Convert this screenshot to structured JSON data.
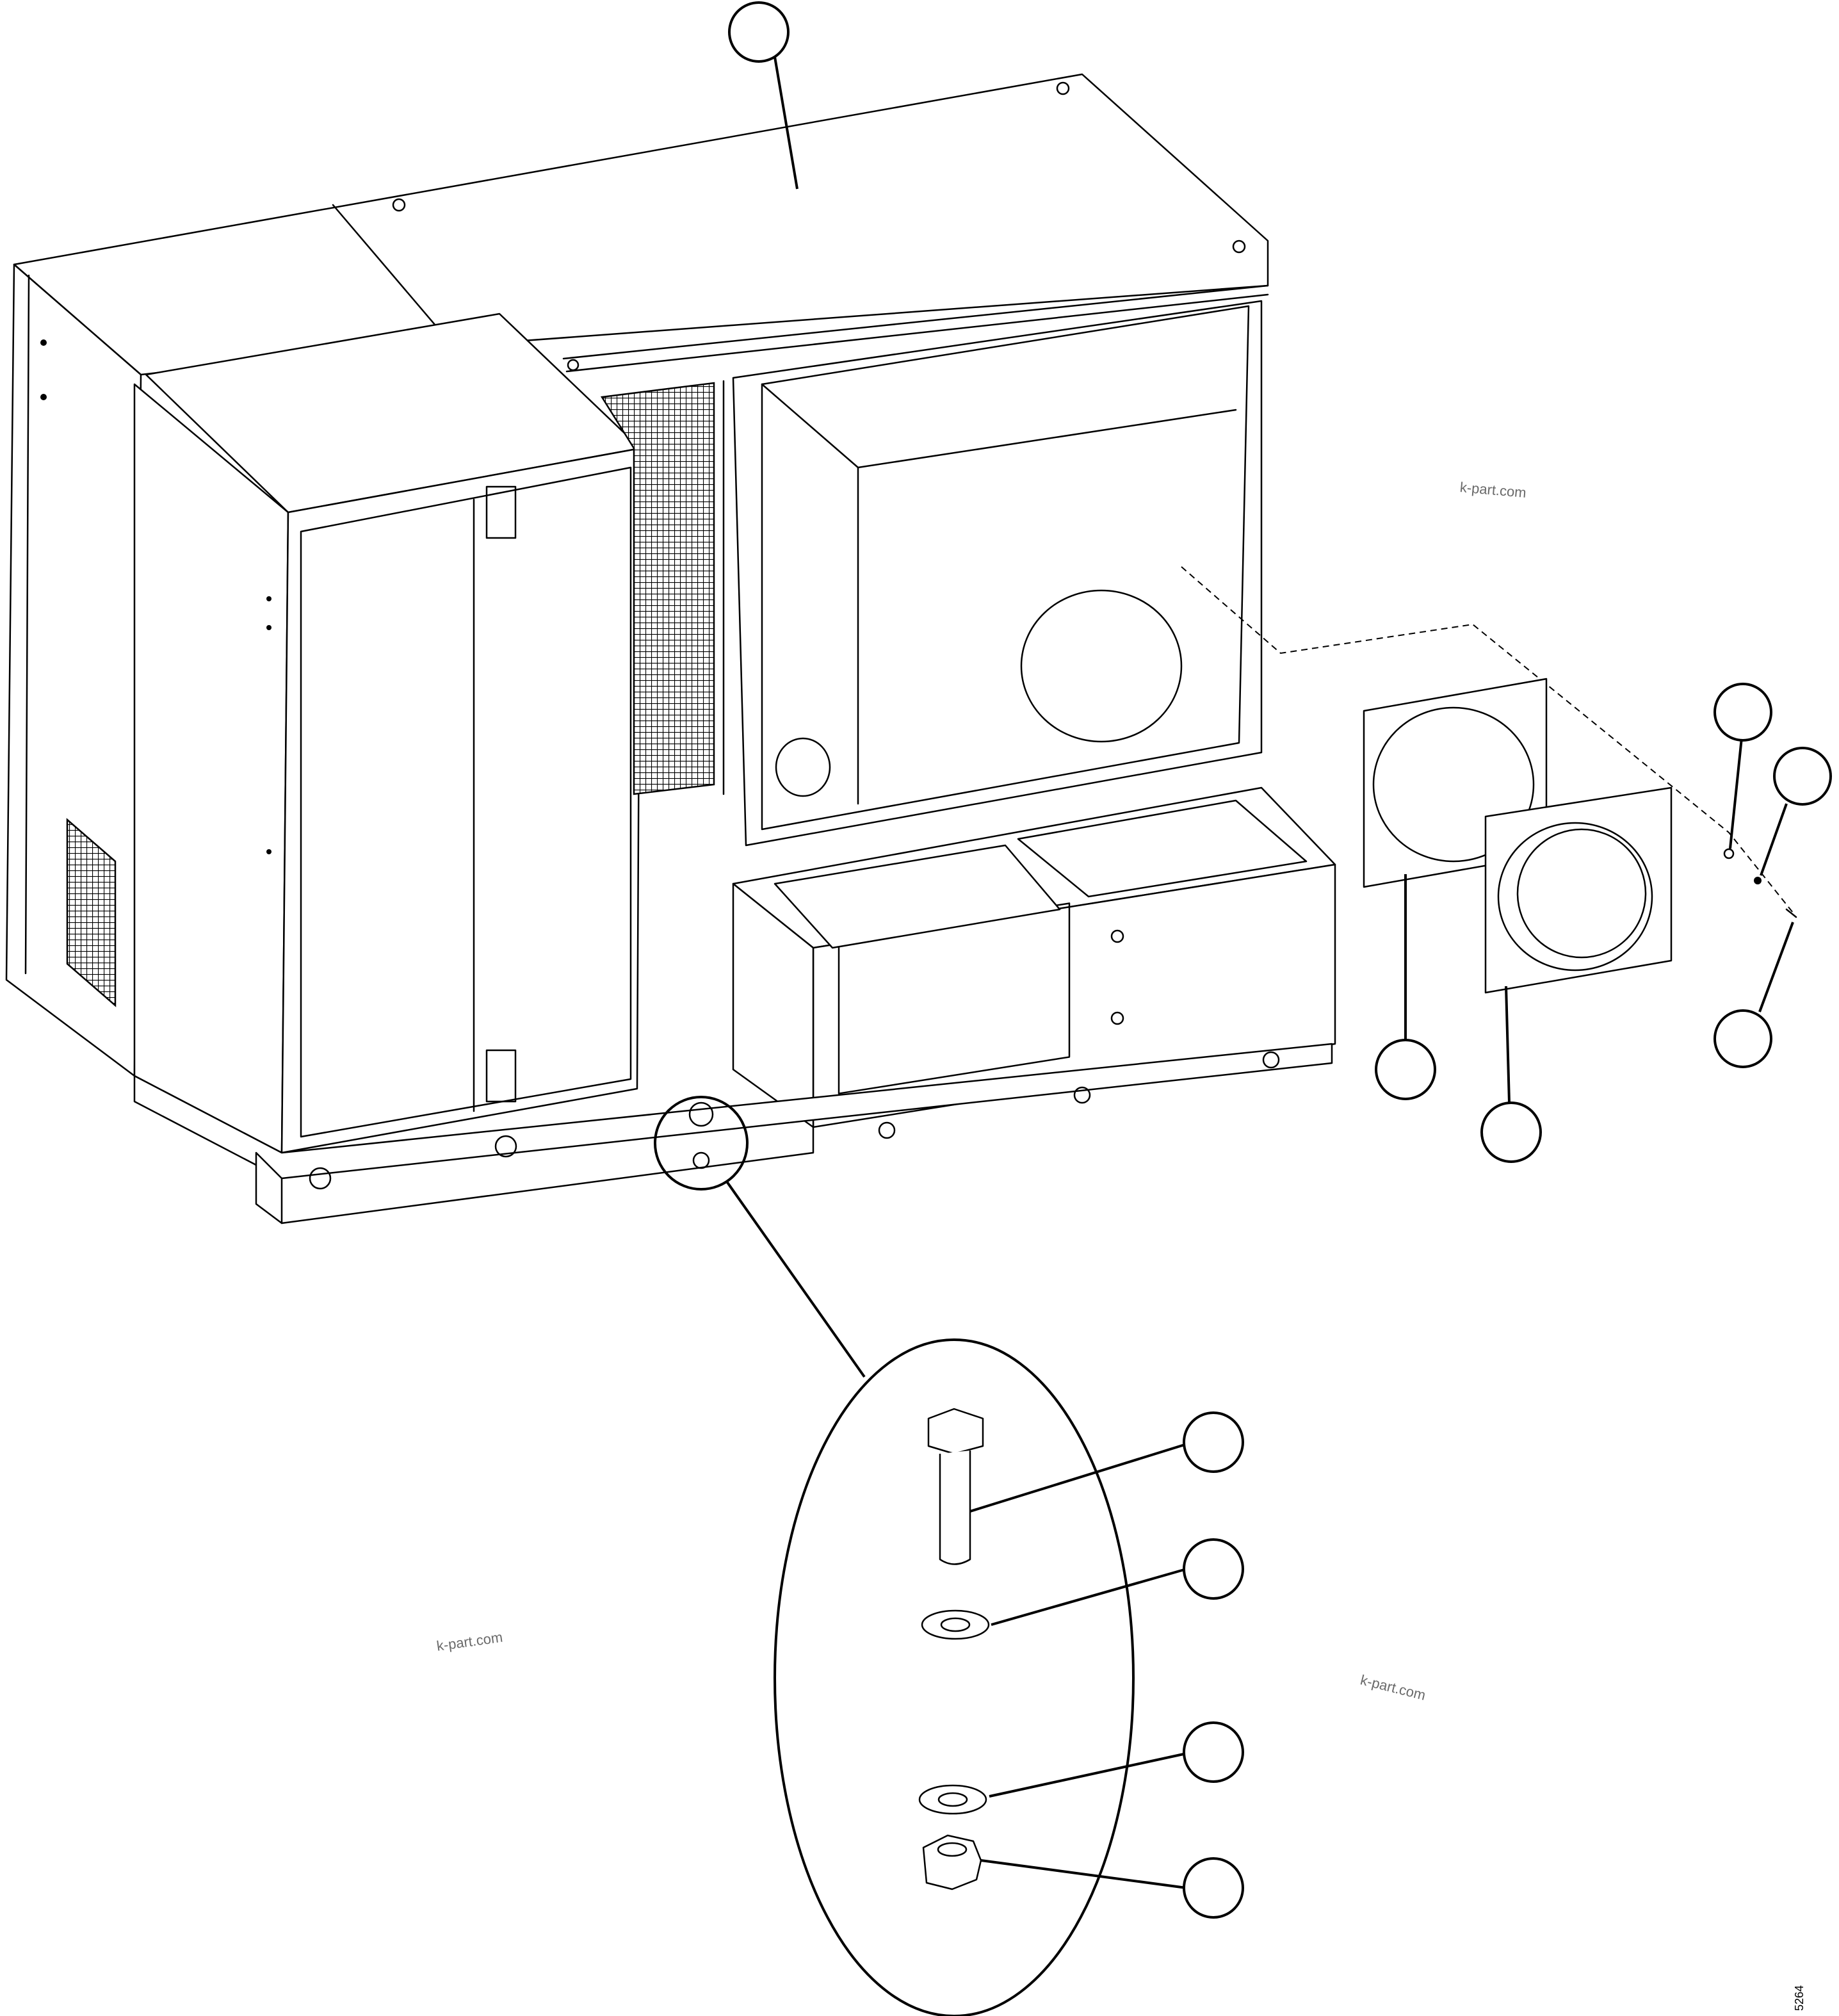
{
  "watermarks": [
    "k-part.com",
    "k-part.com",
    "k-part.com"
  ],
  "drawing_code": "5264",
  "callouts": [
    {
      "id": "top-cover",
      "label": ""
    },
    {
      "id": "rear-grommet-1",
      "label": ""
    },
    {
      "id": "rear-grommet-2",
      "label": ""
    },
    {
      "id": "rear-screw",
      "label": ""
    },
    {
      "id": "flange-gasket",
      "label": ""
    },
    {
      "id": "exhaust-adapter",
      "label": ""
    },
    {
      "id": "bolt",
      "label": ""
    },
    {
      "id": "flat-washer-top",
      "label": ""
    },
    {
      "id": "flat-washer-bottom",
      "label": ""
    },
    {
      "id": "hex-nut",
      "label": ""
    }
  ]
}
